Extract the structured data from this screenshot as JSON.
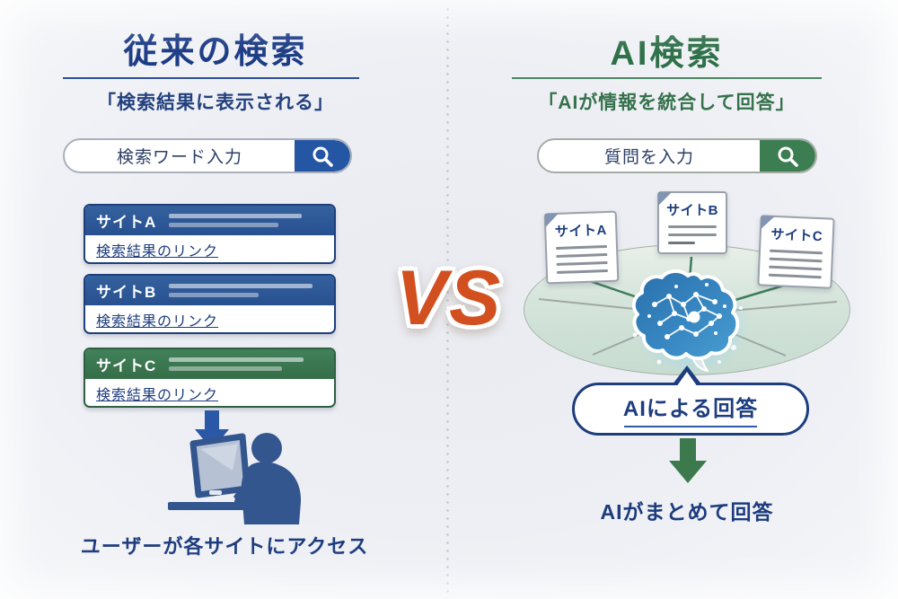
{
  "vs": {
    "label": "VS"
  },
  "left": {
    "title": "従来の検索",
    "subtitle": "「検索結果に表示される」",
    "search": {
      "placeholder": "検索ワード入力"
    },
    "sites": [
      {
        "name": "サイトA",
        "link": "検索結果のリンク"
      },
      {
        "name": "サイトB",
        "link": "検索結果のリンク"
      },
      {
        "name": "サイトC",
        "link": "検索結果のリンク"
      }
    ],
    "caption": "ユーザーが各サイトにアクセス"
  },
  "right": {
    "title": "AI検索",
    "subtitle": "「AIが情報を統合して回答」",
    "search": {
      "placeholder": "質問を入力"
    },
    "sources": [
      {
        "name": "サイトA"
      },
      {
        "name": "サイトB"
      },
      {
        "name": "サイトC"
      }
    ],
    "bubble": "AIによる回答",
    "caption": "AIがまとめて回答"
  },
  "colors": {
    "navy_text": "#1d3d7f",
    "blue_accent": "#2b58a6",
    "green_accent": "#3c7d52",
    "vs_orange": "#d2501f",
    "background": "#edeff4"
  }
}
